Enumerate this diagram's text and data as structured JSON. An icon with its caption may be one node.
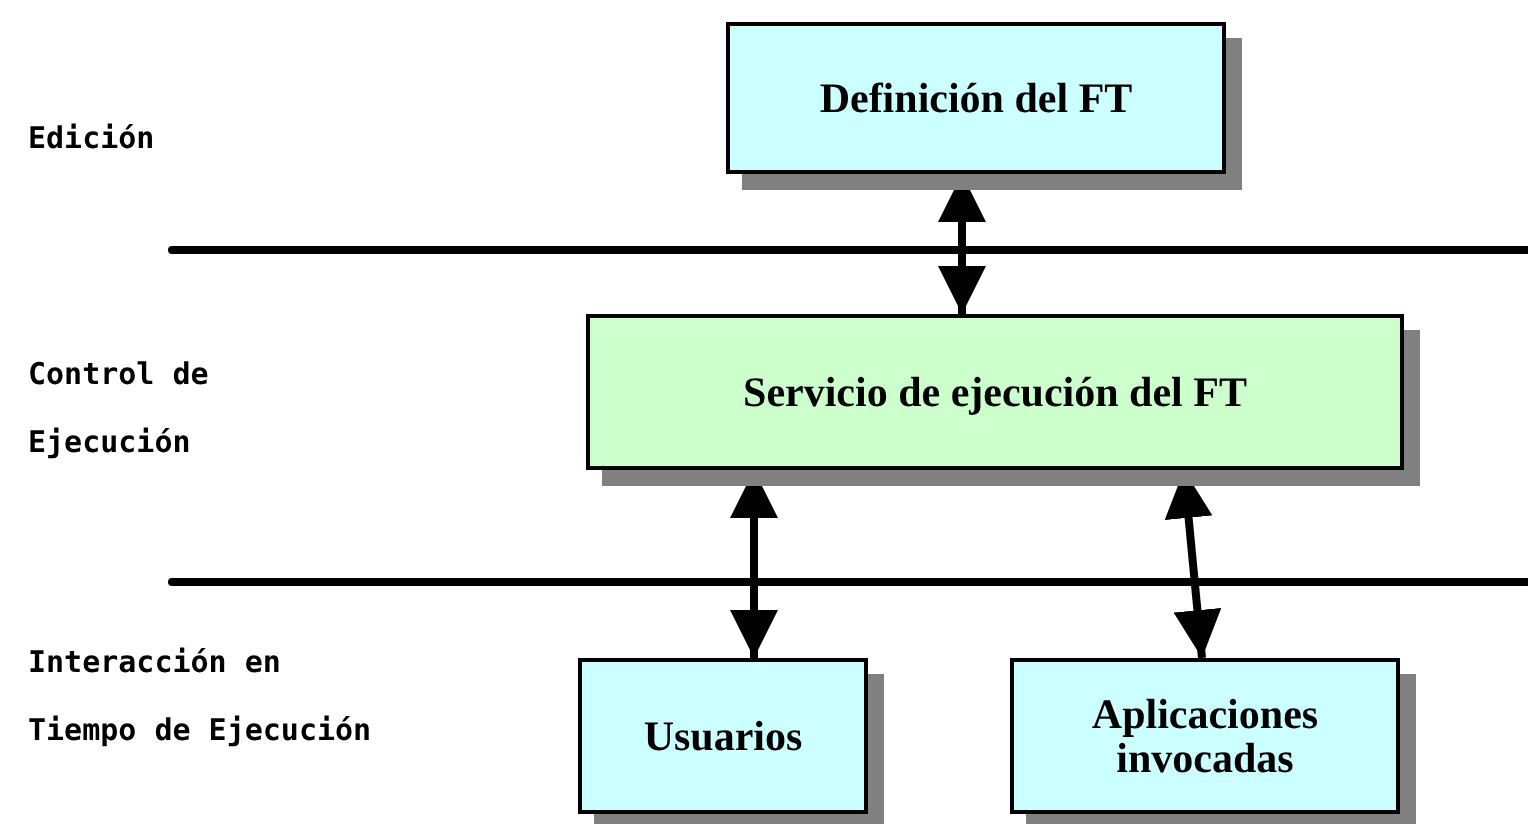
{
  "diagram": {
    "nodes": [
      {
        "text": [
          "Definición del FT"
        ]
      },
      {
        "text": [
          "Servicio de ejecución del FT"
        ]
      },
      {
        "text": [
          "Usuarios"
        ]
      },
      {
        "text": [
          "Aplicaciones invocadas"
        ]
      }
    ],
    "edges": [
      {
        "from": 0,
        "to": 1,
        "arrow": "both"
      },
      {
        "from": 1,
        "to": 2,
        "arrow": "both"
      },
      {
        "from": 1,
        "to": 3,
        "arrow": "both"
      }
    ],
    "labels": [
      "Edición",
      "Control de Ejecución",
      "Interacción en Tiempo de Ejecución"
    ]
  }
}
